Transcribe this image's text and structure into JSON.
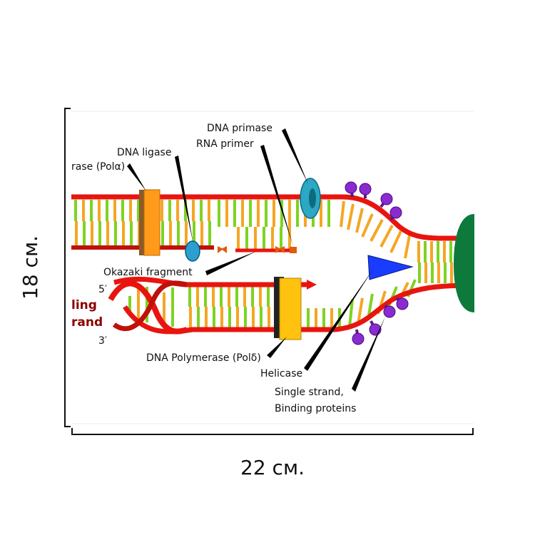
{
  "dimensions": {
    "height": "18 см.",
    "width": "22 см."
  },
  "labels": {
    "dna_primase": "DNA primase",
    "rna_primer": "RNA primer",
    "dna_ligase": "DNA ligase",
    "polymerase_alpha": "rase (Polα)",
    "okazaki_fragment": "Okazaki fragment",
    "five_prime": "5′",
    "three_prime": "3′",
    "strand_line1": "ling",
    "strand_line2": "rand",
    "dna_polymerase_delta": "DNA Polymerase (Polδ)",
    "helicase": "Helicase",
    "ssb_line1": "Single strand,",
    "ssb_line2": "Binding proteins"
  },
  "colors": {
    "backbone": "#e8150f",
    "base_green": "#7ed321",
    "base_orange": "#f5a623",
    "pol_alpha": "#ff9a1a",
    "pol_delta": "#ffc20e",
    "primase": "#2aa8c4",
    "ligase": "#2ba0d0",
    "helicase": "#1a3cff",
    "ssb": "#8a2bd0",
    "topoisomerase": "#0d7a3c",
    "strand_label": "#8b0000"
  }
}
